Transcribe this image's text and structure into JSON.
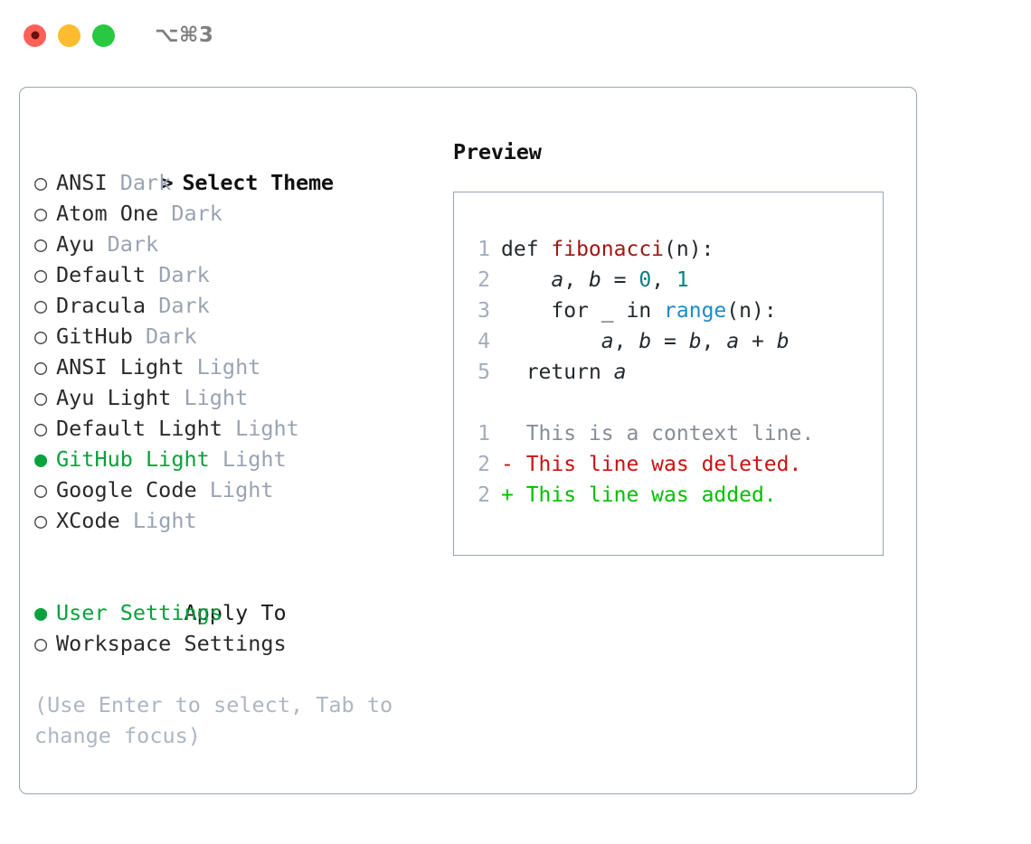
{
  "titlebar": {
    "shortcut": "⌥⌘3",
    "dots": [
      {
        "name": "close",
        "color": "#ff6159"
      },
      {
        "name": "minimize",
        "color": "#febc2e"
      },
      {
        "name": "maximize",
        "color": "#28c840"
      }
    ]
  },
  "theme_selector": {
    "header": "Select Theme",
    "header_prefix": ">",
    "radio_off": "○",
    "radio_on": "●",
    "items": [
      {
        "label": "ANSI",
        "badge": "Dark",
        "selected": false
      },
      {
        "label": "Atom One",
        "badge": "Dark",
        "selected": false
      },
      {
        "label": "Ayu",
        "badge": "Dark",
        "selected": false
      },
      {
        "label": "Default",
        "badge": "Dark",
        "selected": false
      },
      {
        "label": "Dracula",
        "badge": "Dark",
        "selected": false
      },
      {
        "label": "GitHub",
        "badge": "Dark",
        "selected": false
      },
      {
        "label": "ANSI Light",
        "badge": "Light",
        "selected": false
      },
      {
        "label": "Ayu Light",
        "badge": "Light",
        "selected": false
      },
      {
        "label": "Default Light",
        "badge": "Light",
        "selected": false
      },
      {
        "label": "GitHub Light",
        "badge": "Light",
        "selected": true
      },
      {
        "label": "Google Code",
        "badge": "Light",
        "selected": false
      },
      {
        "label": "XCode",
        "badge": "Light",
        "selected": false
      }
    ]
  },
  "apply_to": {
    "header": "Apply To",
    "items": [
      {
        "label": "User Settings",
        "selected": true
      },
      {
        "label": "Workspace Settings",
        "selected": false
      }
    ]
  },
  "hint": "(Use Enter to select, Tab to change focus)",
  "preview": {
    "title": "Preview",
    "code_lines": [
      {
        "number": "1",
        "tokens": [
          {
            "text": "def ",
            "kind": "kw"
          },
          {
            "text": "fibonacci",
            "kind": "fn"
          },
          {
            "text": "(n):",
            "kind": "punct"
          }
        ]
      },
      {
        "number": "2",
        "tokens": [
          {
            "text": "    ",
            "kind": "plain"
          },
          {
            "text": "a",
            "kind": "var"
          },
          {
            "text": ", ",
            "kind": "punct"
          },
          {
            "text": "b",
            "kind": "var"
          },
          {
            "text": " = ",
            "kind": "punct"
          },
          {
            "text": "0",
            "kind": "num"
          },
          {
            "text": ", ",
            "kind": "punct"
          },
          {
            "text": "1",
            "kind": "num"
          }
        ]
      },
      {
        "number": "3",
        "tokens": [
          {
            "text": "    ",
            "kind": "plain"
          },
          {
            "text": "for ",
            "kind": "kw"
          },
          {
            "text": "_ ",
            "kind": "plain"
          },
          {
            "text": "in ",
            "kind": "kw"
          },
          {
            "text": "range",
            "kind": "builtin"
          },
          {
            "text": "(n):",
            "kind": "punct"
          }
        ]
      },
      {
        "number": "4",
        "tokens": [
          {
            "text": "        ",
            "kind": "plain"
          },
          {
            "text": "a",
            "kind": "var"
          },
          {
            "text": ", ",
            "kind": "punct"
          },
          {
            "text": "b",
            "kind": "var"
          },
          {
            "text": " = ",
            "kind": "punct"
          },
          {
            "text": "b",
            "kind": "var"
          },
          {
            "text": ", ",
            "kind": "punct"
          },
          {
            "text": "a",
            "kind": "var"
          },
          {
            "text": " + ",
            "kind": "punct"
          },
          {
            "text": "b",
            "kind": "var"
          }
        ]
      },
      {
        "number": "5",
        "tokens": [
          {
            "text": "  ",
            "kind": "plain"
          },
          {
            "text": "return ",
            "kind": "kw"
          },
          {
            "text": "a",
            "kind": "var"
          }
        ]
      }
    ],
    "diff_lines": [
      {
        "number": "1",
        "sign": " ",
        "text": " This is a context line.",
        "kind": "context"
      },
      {
        "number": "2",
        "sign": "-",
        "text": " This line was deleted.",
        "kind": "del"
      },
      {
        "number": "2",
        "sign": "+",
        "text": " This line was added.",
        "kind": "add"
      }
    ]
  },
  "colors": {
    "accent_green": "#08a13c",
    "badge_gray": "#9aa3b2",
    "hint_gray": "#aeb6c2",
    "panel_border": "#9aa5b4",
    "preview_border": "#98a3b2",
    "diff_delete": "#cc1111",
    "diff_add": "#00c000",
    "diff_context": "#878d96",
    "syntax_function": "#a31515",
    "syntax_number": "#0d8080",
    "syntax_builtin": "#1a8cc8",
    "gutter": "#a3adbb"
  }
}
